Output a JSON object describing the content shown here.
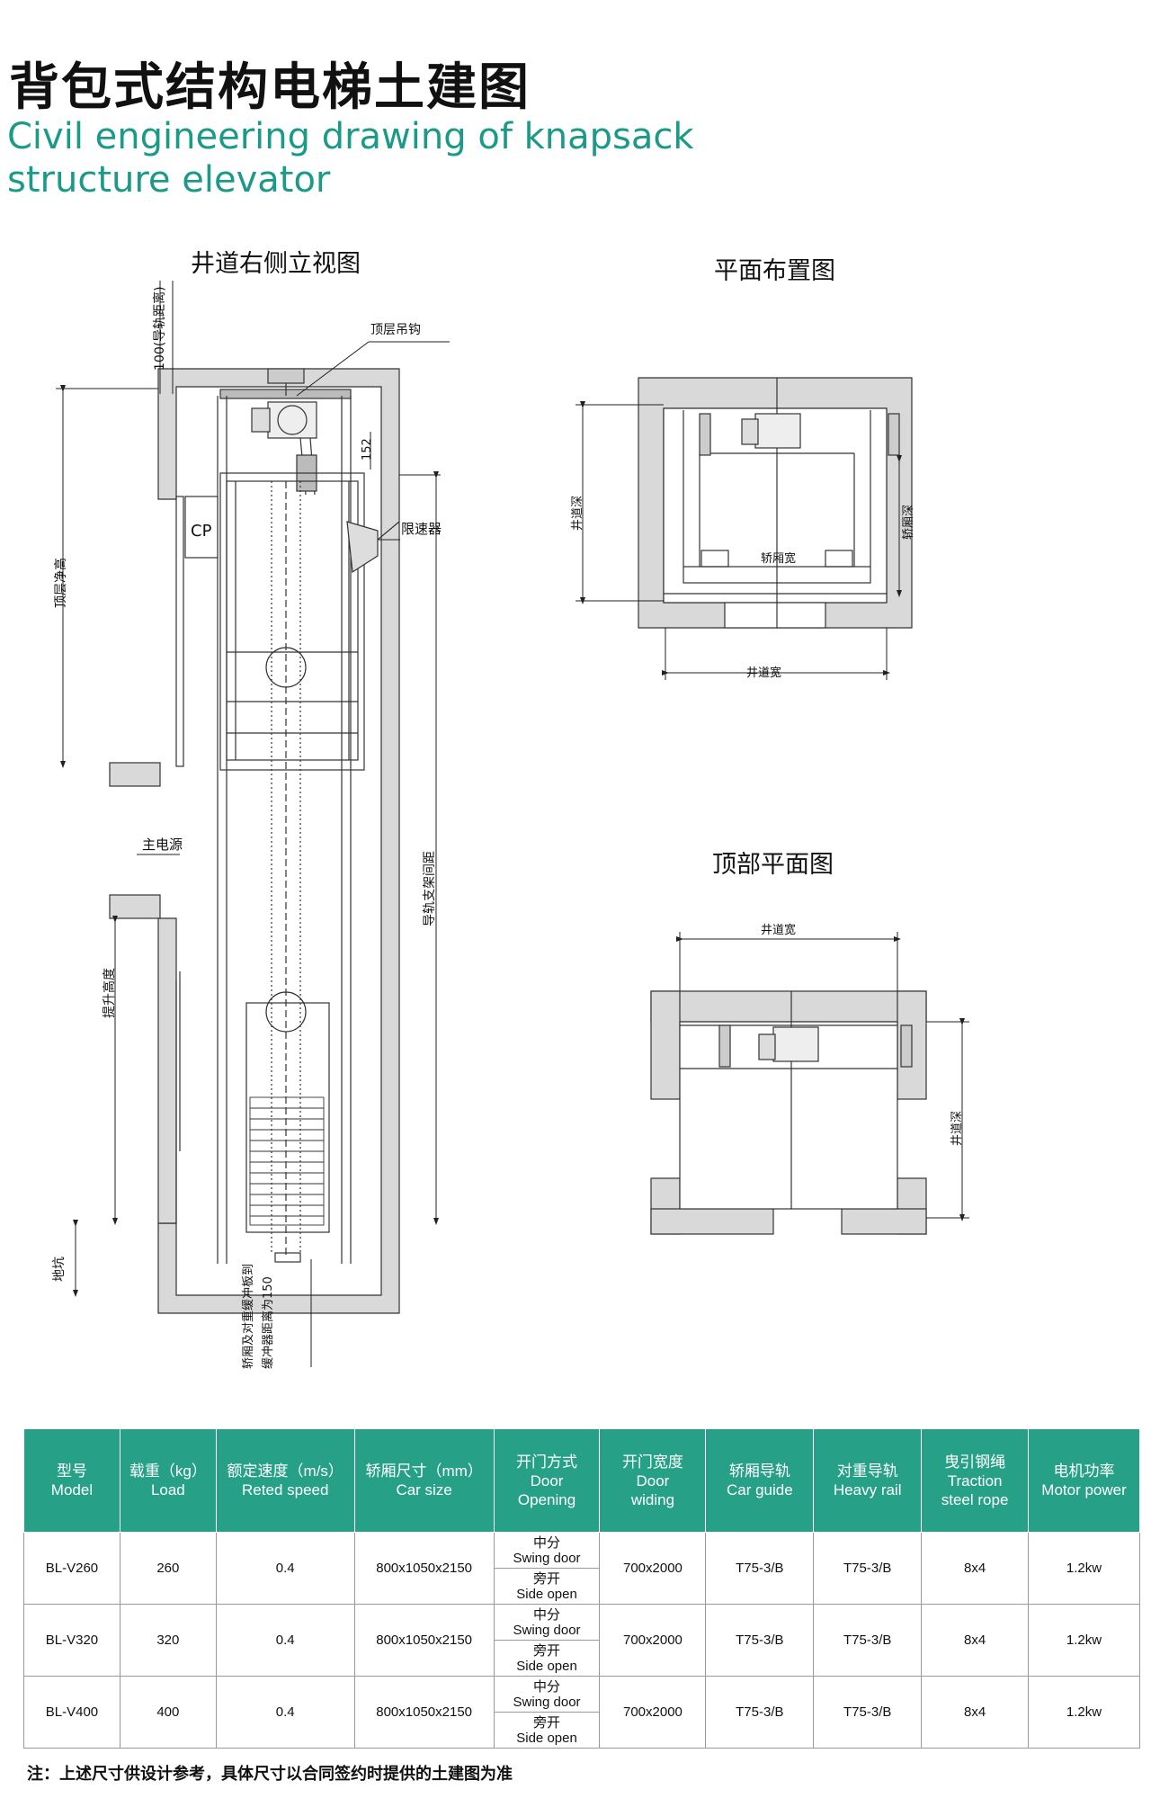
{
  "header": {
    "title_cn": "背包式结构电梯土建图",
    "title_en": "Civil engineering drawing of knapsack structure elevator"
  },
  "drawings": {
    "side_view_title": "井道右侧立视图",
    "plan_title": "平面布置图",
    "top_plan_title": "顶部平面图",
    "labels": {
      "rail_distance": "100(导轨距离)",
      "top_hook": "顶层吊钩",
      "dim_152": "152",
      "limiter": "限速器",
      "cp": "CP",
      "top_clearance": "顶层净高",
      "main_power": "主电源",
      "rail_spacing": "导轨支架间距",
      "lift_height": "提升高度",
      "pit": "地坑",
      "buffer_note_1": "轿厢及对重缓冲板到",
      "buffer_note_2": "缓冲器距离为150",
      "plan_depth": "井道深",
      "car_depth": "轿厢深",
      "car_width": "轿厢宽",
      "plan_width": "井道宽",
      "top_width": "井道宽",
      "top_depth": "井道深"
    }
  },
  "table": {
    "headers": [
      {
        "cn": "型号",
        "en": "Model"
      },
      {
        "cn": "载重（kg）",
        "en": "Load"
      },
      {
        "cn": "额定速度（m/s）",
        "en": "Reted speed"
      },
      {
        "cn": "轿厢尺寸（mm）",
        "en": "Car size"
      },
      {
        "cn": "开门方式",
        "en": "Door",
        "en2": "Opening"
      },
      {
        "cn": "开门宽度",
        "en": "Door",
        "en2": "widing"
      },
      {
        "cn": "轿厢导轨",
        "en": "Car guide"
      },
      {
        "cn": "对重导轨",
        "en": "Heavy rail"
      },
      {
        "cn": "曳引钢绳",
        "en": "Traction",
        "en2": "steel rope"
      },
      {
        "cn": "电机功率",
        "en": "Motor power"
      }
    ],
    "door_swing_cn": "中分",
    "door_swing_en": "Swing door",
    "door_side_cn": "旁开",
    "door_side_en": "Side open",
    "rows": [
      {
        "model": "BL-V260",
        "load": "260",
        "speed": "0.4",
        "car": "800x1050x2150",
        "width": "700x2000",
        "car_guide": "T75-3/B",
        "heavy_rail": "T75-3/B",
        "rope": "8x4",
        "power": "1.2kw"
      },
      {
        "model": "BL-V320",
        "load": "320",
        "speed": "0.4",
        "car": "800x1050x2150",
        "width": "700x2000",
        "car_guide": "T75-3/B",
        "heavy_rail": "T75-3/B",
        "rope": "8x4",
        "power": "1.2kw"
      },
      {
        "model": "BL-V400",
        "load": "400",
        "speed": "0.4",
        "car": "800x1050x2150",
        "width": "700x2000",
        "car_guide": "T75-3/B",
        "heavy_rail": "T75-3/B",
        "rope": "8x4",
        "power": "1.2kw"
      }
    ]
  },
  "note": "注：上述尺寸供设计参考，具体尺寸以合同签约时提供的土建图为准"
}
